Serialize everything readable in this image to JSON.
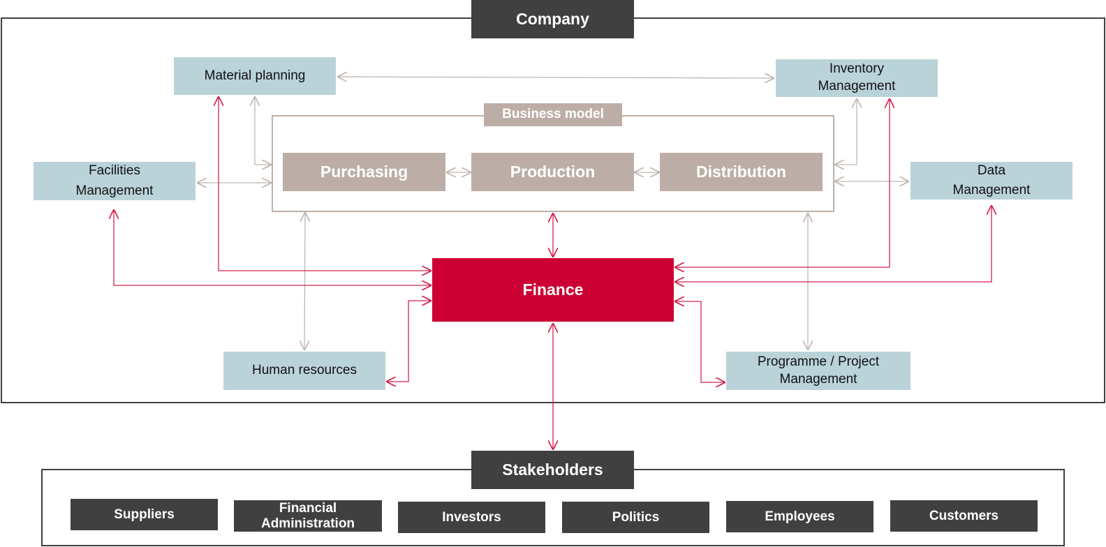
{
  "company": {
    "title": "Company"
  },
  "business_model": {
    "title": "Business model",
    "processes": [
      "Purchasing",
      "Production",
      "Distribution"
    ]
  },
  "departments": {
    "material_planning": "Material planning",
    "inventory_management": "Inventory Management",
    "facilities_management": "Facilities Management",
    "data_management": "Data Management",
    "human_resources": "Human resources",
    "programme_project_management": "Programme / Project Management"
  },
  "finance": {
    "title": "Finance"
  },
  "stakeholders": {
    "title": "Stakeholders",
    "items": [
      "Suppliers",
      "Financial Administration",
      "Investors",
      "Politics",
      "Employees",
      "Customers"
    ]
  },
  "colors": {
    "accent_red": "#cc0033",
    "dark_box": "#404040",
    "department_blue": "#b9d3d9",
    "business_taupe": "#bcaea6",
    "grey_connector": "#bfb6b0"
  }
}
